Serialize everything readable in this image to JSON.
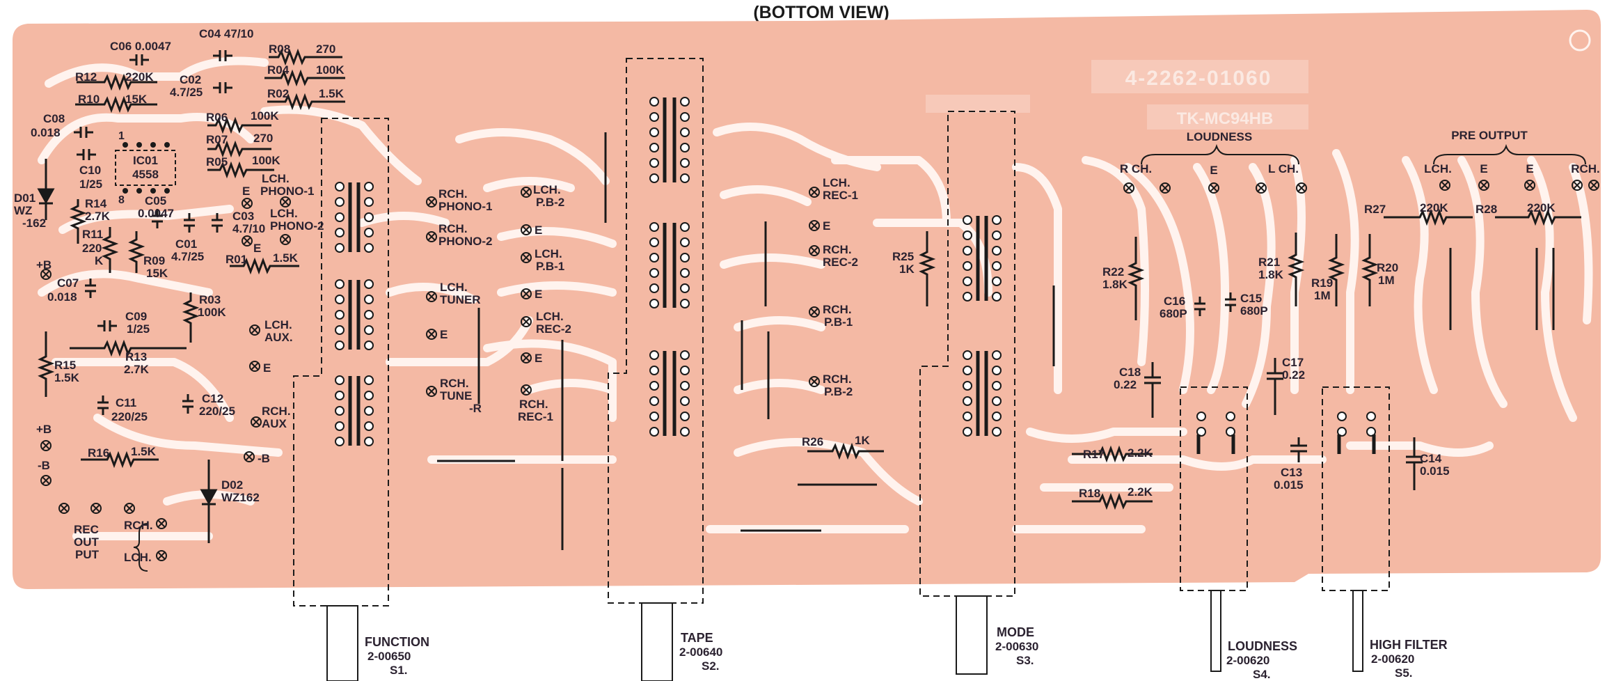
{
  "title": "(BOTTOM VIEW)",
  "board": {
    "part_number": "4-2262-01060",
    "model": "TK-MC94HB",
    "colors": {
      "board": "#f4b9a4",
      "trace": "#fff3ee",
      "ink": "#1a1a1a"
    }
  },
  "groups": {
    "loudness": "LOUDNESS",
    "pre_output": "PRE OUTPUT",
    "rec_output": [
      "REC",
      "OUT",
      "PUT"
    ]
  },
  "components": {
    "c06": "C06 0.0047",
    "c04": "C04 47/10",
    "r08": "R08",
    "r08v": "270",
    "r12": "R12",
    "r12v": "220K",
    "c02a": "C02",
    "c02b": "4.7/25",
    "r04": "R04",
    "r04v": "100K",
    "r10": "R10",
    "r10v": "15K",
    "r02": "R02",
    "r02v": "1.5K",
    "c08a": "C08",
    "c08b": "0.018",
    "r06": "R06",
    "r06v": "100K",
    "ic01a": "IC01",
    "ic01b": "4558",
    "r07": "R07",
    "r07v": "270",
    "c10a": "C10",
    "c10b": "1/25",
    "r05": "R05",
    "r05v": "100K",
    "d01a": "D01",
    "d01b": "WZ",
    "d01c": "-162",
    "r14a": "R14",
    "r14b": "2.7K",
    "c05a": "C05",
    "c05b": "0.0047",
    "c03a": "C03",
    "c03b": "4.7/10",
    "r11a": "R11",
    "r11b": "220",
    "r11c": "K",
    "r09a": "R09",
    "r09b": "15K",
    "c01a": "C01",
    "c01b": "4.7/25",
    "r01": "R01",
    "r01v": "1.5K",
    "c07a": "C07",
    "c07b": "0.018",
    "r03a": "R03",
    "r03b": "100K",
    "c09a": "C09",
    "c09b": "1/25",
    "r13a": "R13",
    "r13b": "2.7K",
    "r15a": "R15",
    "r15b": "1.5K",
    "c11a": "C11",
    "c11b": "220/25",
    "c12a": "C12",
    "c12b": "220/25",
    "r16": "R16",
    "r16v": "1.5K",
    "d02a": "D02",
    "d02b": "WZ162",
    "r25a": "R25",
    "r25b": "1K",
    "r26": "R26",
    "r26v": "1K",
    "r22a": "R22",
    "r22b": "1.8K",
    "r21a": "R21",
    "r21b": "1.8K",
    "r19a": "R19",
    "r19b": "1M",
    "r20a": "R20",
    "r20b": "1M",
    "c16a": "C16",
    "c16b": "680P",
    "c15a": "C15",
    "c15b": "680P",
    "c18a": "C18",
    "c18b": "0.22",
    "c17a": "C17",
    "c17b": "0.22",
    "r17": "R17",
    "r17v": "2.2K",
    "r18": "R18",
    "r18v": "2.2K",
    "c13a": "C13",
    "c13b": "0.015",
    "c14a": "C14",
    "c14b": "0.015",
    "r27": "R27",
    "r27v": "220K",
    "r28": "R28",
    "r28v": "220K"
  },
  "terminals": {
    "lch_phono1": [
      "LCH.",
      "PHONO-1"
    ],
    "lch_phono2": [
      "LCH.",
      "PHONO-2"
    ],
    "e": "E",
    "lch_aux": [
      "LCH.",
      "AUX."
    ],
    "rch_aux": [
      "RCH.",
      "AUX"
    ],
    "plus_b": "+B",
    "minus_b": "-B",
    "minus_b_t": "-B",
    "rch_phono1": [
      "RCH.",
      "PHONO-1"
    ],
    "rch_phono2": [
      "RCH.",
      "PHONO-2"
    ],
    "lch_tuner": [
      "LCH.",
      "TUNER"
    ],
    "rch_tune": [
      "RCH.",
      "TUNE",
      "-R"
    ],
    "lch_pb2": [
      "LCH.",
      "P.B-2"
    ],
    "lch_pb1": [
      "LCH.",
      "P.B-1"
    ],
    "lch_rec2": [
      "LCH.",
      "REC-2"
    ],
    "rch_rec1": [
      "RCH.",
      "REC-1"
    ],
    "lch_rec1": [
      "LCH.",
      "REC-1"
    ],
    "rch_rec2": [
      "RCH.",
      "REC-2"
    ],
    "rch_pb1": [
      "RCH.",
      "P.B-1"
    ],
    "rch_pb2": [
      "RCH.",
      "P.B-2"
    ],
    "rch_out": "RCH.",
    "lch_out": "LCH.",
    "loud_rch": "R CH.",
    "loud_lch": "L CH.",
    "pre_lch": "LCH.",
    "pre_rch": "RCH."
  },
  "switches": [
    {
      "name": "FUNCTION",
      "part": "2-00650",
      "ref": "S1."
    },
    {
      "name": "TAPE",
      "part": "2-00640",
      "ref": "S2."
    },
    {
      "name": "MODE",
      "part": "2-00630",
      "ref": "S3."
    },
    {
      "name": "LOUDNESS",
      "part": "2-00620",
      "ref": "S4."
    },
    {
      "name": "HIGH FILTER",
      "part": "2-00620",
      "ref": "S5."
    }
  ]
}
